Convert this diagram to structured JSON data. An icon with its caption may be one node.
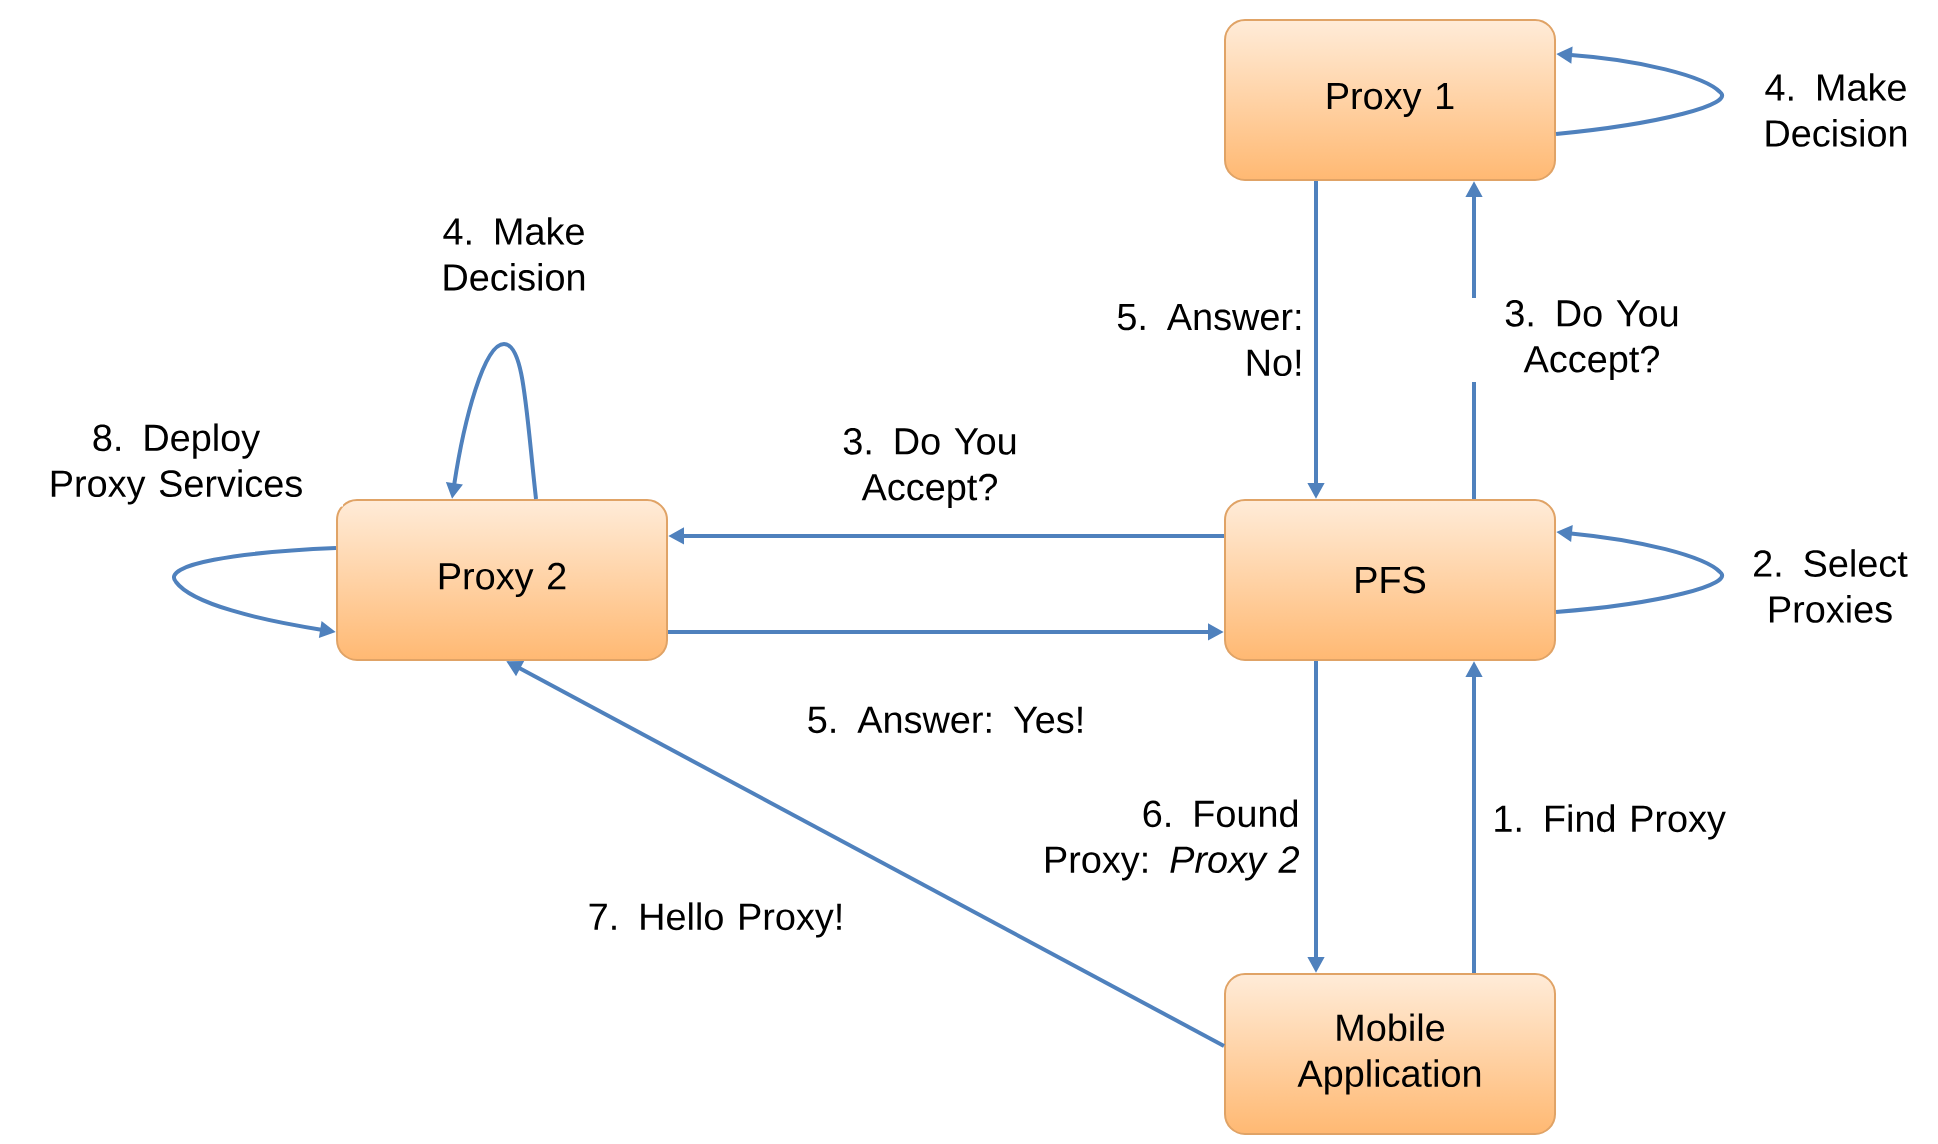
{
  "diagram": {
    "nodes": [
      {
        "text": [
          "Proxy 1"
        ]
      },
      {
        "text": [
          "Proxy 2"
        ]
      },
      {
        "text": [
          "PFS"
        ]
      },
      {
        "text": [
          "Mobile Application"
        ]
      }
    ],
    "edges": [
      {
        "from": 0,
        "to": 0,
        "arrow": "to",
        "label": "4. Make Decision"
      },
      {
        "from": 0,
        "to": 2,
        "arrow": "to",
        "label": "5. Answer: No!"
      },
      {
        "from": 2,
        "to": 0,
        "arrow": "to",
        "label": "3. Do You Accept?"
      },
      {
        "from": 1,
        "to": 1,
        "arrow": "to",
        "label": "4. Make Decision"
      },
      {
        "from": 1,
        "to": 1,
        "arrow": "to",
        "label": "8. Deploy Proxy Services"
      },
      {
        "from": 2,
        "to": 1,
        "arrow": "to",
        "label": "3. Do You Accept?"
      },
      {
        "from": 1,
        "to": 2,
        "arrow": "to",
        "label": "5. Answer: Yes!"
      },
      {
        "from": 2,
        "to": 2,
        "arrow": "to",
        "label": "2. Select Proxies"
      },
      {
        "from": 2,
        "to": 3,
        "arrow": "to",
        "label": "6. Found Proxy: *Proxy 2*"
      },
      {
        "from": 3,
        "to": 2,
        "arrow": "to",
        "label": "1. Find Proxy"
      },
      {
        "from": 3,
        "to": 1,
        "arrow": "to",
        "label": "7. Hello Proxy!"
      }
    ]
  }
}
